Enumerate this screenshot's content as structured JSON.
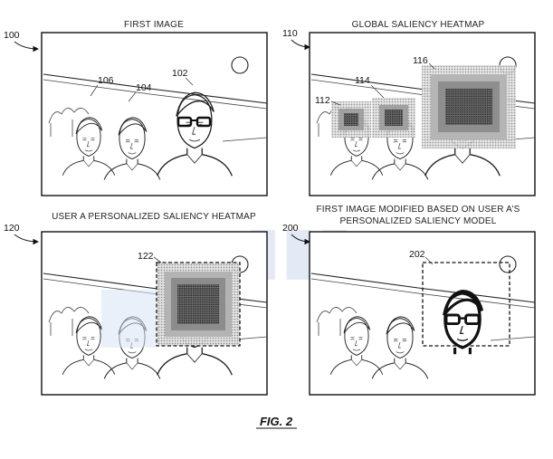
{
  "figure": {
    "label": "FIG. 2",
    "panels": [
      {
        "id": "first",
        "ref": "100",
        "caption_lines": [
          "FIRST IMAGE"
        ],
        "callouts": [
          "106",
          "104",
          "102"
        ]
      },
      {
        "id": "global",
        "ref": "110",
        "caption_lines": [
          "GLOBAL SALIENCY HEATMAP"
        ],
        "callouts": [
          "116",
          "114",
          "112"
        ]
      },
      {
        "id": "personalized",
        "ref": "120",
        "caption_lines": [
          "USER A PERSONALIZED SALIENCY HEATMAP"
        ],
        "callouts": [
          "122"
        ]
      },
      {
        "id": "modified",
        "ref": "200",
        "caption_lines": [
          "FIRST IMAGE MODIFIED BASED ON USER A’S",
          "PERSONALIZED SALIENCY MODEL"
        ],
        "callouts": [
          "202"
        ]
      }
    ]
  },
  "colors": {
    "line": "#222222",
    "heat_light": "#cfcfcf",
    "heat_mid": "#9a9a9a",
    "heat_dark": "#4a4a4a",
    "watermark": "#dde6f3"
  }
}
